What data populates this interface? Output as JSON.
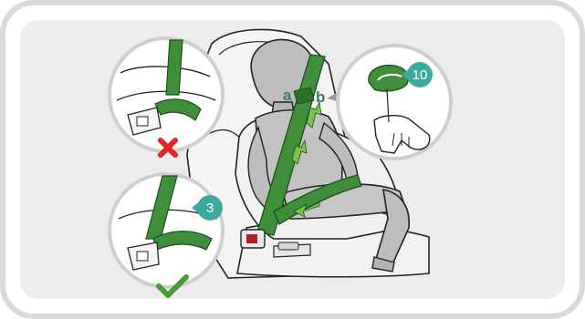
{
  "labels": {
    "a": "a",
    "b": "b"
  },
  "steps": {
    "step_3": "3",
    "step_10": "10"
  },
  "colors": {
    "background_panel": "#e5e5e5",
    "outer_frame": "#d9d9d9",
    "belt_green": "#3f8f3a",
    "belt_dark_green": "#2f6e2b",
    "arrow_green": "#7cc24a",
    "teal_badge": "#3fa9a0",
    "check_green": "#4b9b3a",
    "cross_red": "#e0242b",
    "dummy_gray": "#bdbdbd",
    "seat_gray": "#efefef",
    "buckle_red": "#b31e24"
  },
  "icons": {
    "incorrect": "red-cross-icon",
    "correct": "green-check-icon"
  }
}
